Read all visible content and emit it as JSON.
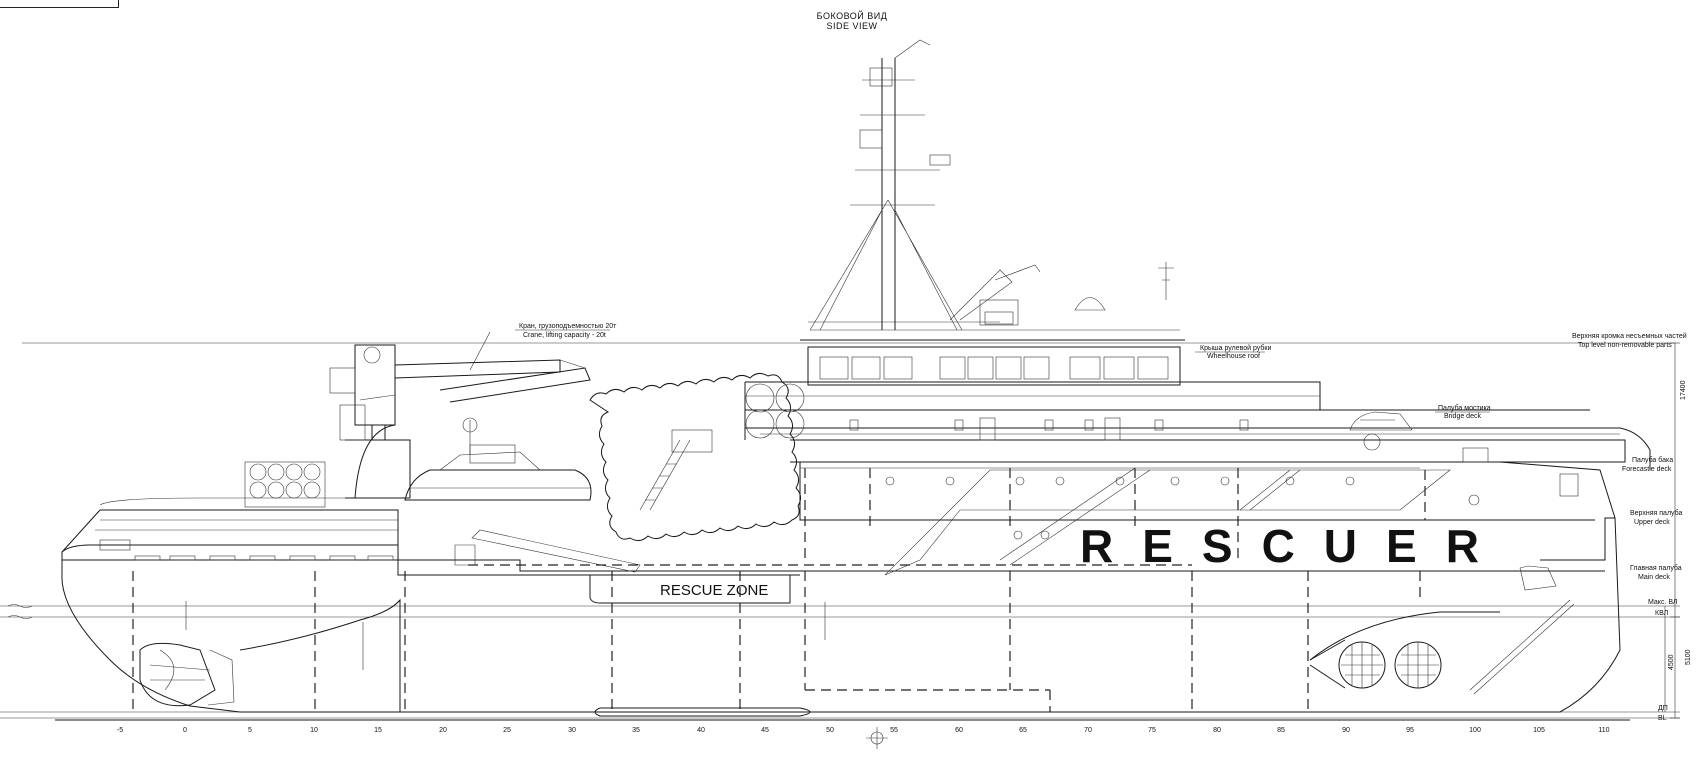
{
  "header": {
    "title_ru": "БОКОВОЙ ВИД",
    "title_en": "SIDE VIEW"
  },
  "vessel_name": "RESCUER",
  "rescue_zone_label": "RESCUE ZONE",
  "crane_label": {
    "ru": "Кран, грузоподъемностью 20т",
    "en": "Crane, lifting capacity - 20t"
  },
  "deck_labels": {
    "wheelhouse_roof": {
      "ru": "Крыша рулевой рубки",
      "en": "Wheelhouse roof"
    },
    "bridge_deck": {
      "ru": "Палуба мостика",
      "en": "Bridge deck"
    },
    "top_level": {
      "ru": "Верхняя кромка несъемных частей",
      "en": "Top level non-removable parts"
    },
    "forecastle_deck": {
      "ru": "Палуба бака",
      "en": "Forecastle deck"
    },
    "upper_deck": {
      "ru": "Верхняя палуба",
      "en": "Upper deck"
    },
    "main_deck": {
      "ru": "Главная палуба",
      "en": "Main deck"
    },
    "max_draft": "Макс. ВЛ",
    "kvl": "КВЛ",
    "dp": "ДП",
    "bl": "BL"
  },
  "dimensions": {
    "height_top": "17400",
    "draft_a": "5100",
    "draft_b": "4500"
  },
  "frame_ticks": [
    "-5",
    "0",
    "5",
    "10",
    "15",
    "20",
    "25",
    "30",
    "35",
    "40",
    "45",
    "50",
    "55",
    "60",
    "65",
    "70",
    "75",
    "80",
    "85",
    "90",
    "95",
    "100",
    "105",
    "110"
  ]
}
